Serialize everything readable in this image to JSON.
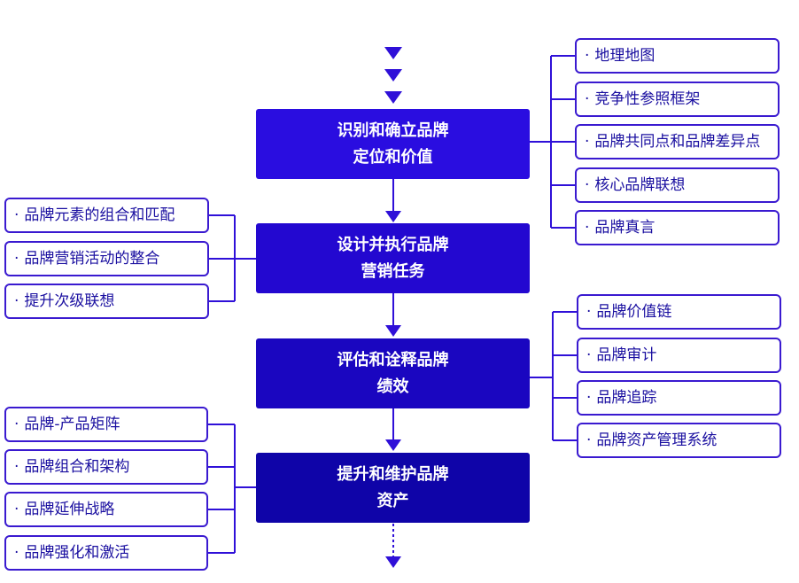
{
  "colors": {
    "accent": "#2f10d8",
    "stage_fill": [
      "#2a0de0",
      "#2308d0",
      "#1a06c0",
      "#0f04a8"
    ],
    "box_border": "#3a1ad0",
    "box_text": "#1a0fa0"
  },
  "stages": [
    {
      "line1": "识别和确立品牌",
      "line2": "定位和价值"
    },
    {
      "line1": "设计并执行品牌",
      "line2": "营销任务"
    },
    {
      "line1": "评估和诠释品牌",
      "line2": "绩效"
    },
    {
      "line1": "提升和维护品牌",
      "line2": "资产"
    }
  ],
  "bullet": "·",
  "group1_items": [
    "地理地图",
    "竞争性参照框架",
    "品牌共同点和品牌差异点",
    "核心品牌联想",
    "品牌真言"
  ],
  "group2_items": [
    "品牌元素的组合和匹配",
    "品牌营销活动的整合",
    "提升次级联想"
  ],
  "group3_items": [
    "品牌价值链",
    "品牌审计",
    "品牌追踪",
    "品牌资产管理系统"
  ],
  "group4_items": [
    "品牌-产品矩阵",
    "品牌组合和架构",
    "品牌延伸战略",
    "品牌强化和激活"
  ]
}
